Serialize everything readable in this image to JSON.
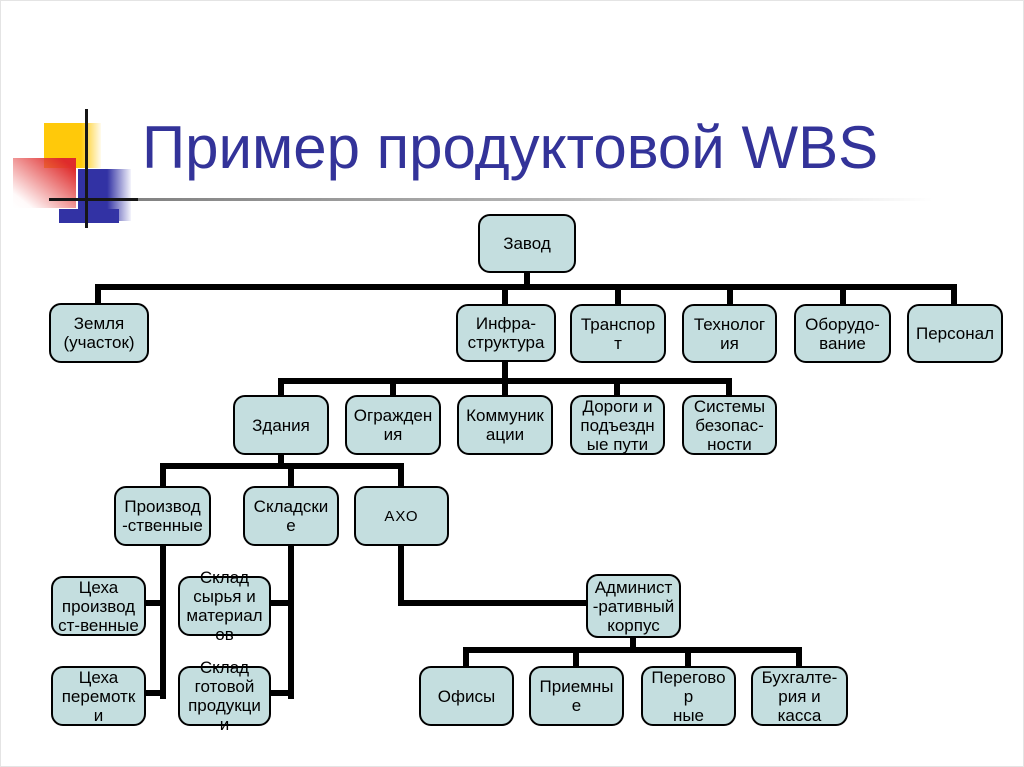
{
  "slide": {
    "title": "Пример продуктовой WBS"
  },
  "colors": {
    "title_text": "#333399",
    "node_fill": "#c4dedf",
    "node_border": "#000000",
    "connector": "#000000",
    "accent_yellow": "#ffc90a",
    "accent_red": "#df2b2b",
    "accent_blue": "#3232a4",
    "divider_gray": "#828282"
  },
  "nodes": {
    "zavod": {
      "label": "Завод"
    },
    "zemlya": {
      "label": "Земля\n(участок)"
    },
    "infra": {
      "label": "Инфра-\nструктура"
    },
    "transport": {
      "label": "Транспор\nт"
    },
    "tehnologiya": {
      "label": "Технолог\nия"
    },
    "oborudovanie": {
      "label": "Оборудо-\nвание"
    },
    "personal": {
      "label": "Персонал"
    },
    "zdaniya": {
      "label": "Здания"
    },
    "ograzhdeniya": {
      "label": "Огражден\nия"
    },
    "kommunikacii": {
      "label": "Коммуник\nации"
    },
    "dorogi": {
      "label": "Дороги и\nподъездн\nые пути"
    },
    "sistemy": {
      "label": "Системы\nбезопас-\nности"
    },
    "proizvodstvennye": {
      "label": "Производ\n-ственные"
    },
    "skladskie": {
      "label": "Складски\nе"
    },
    "aho": {
      "label": "АХО"
    },
    "ceha_proizvodstvennye": {
      "label": "Цеха\nпроизвод\nст-венные"
    },
    "ceha_peremotki": {
      "label": "Цеха\nперемотк\nи"
    },
    "sklad_syrya": {
      "label": "Склад\nсырья и\nматериал\nов"
    },
    "sklad_gotovoy": {
      "label": "Склад\nготовой\nпродукци\nи"
    },
    "admin": {
      "label": "Админист\n-ративный\nкорпус"
    },
    "ofisy": {
      "label": "Офисы"
    },
    "priemnye": {
      "label": "Приемны\nе"
    },
    "peregovornye": {
      "label": "Перегово\nр\nные"
    },
    "buhgalteriya": {
      "label": "Бухгалте-\nрия и\nкасса"
    }
  },
  "structure": {
    "Завод": [
      "Земля (участок)",
      "Инфра-структура",
      "Транспорт",
      "Технология",
      "Оборудо-вание",
      "Персонал"
    ],
    "Инфра-структура": [
      "Здания",
      "Ограждения",
      "Коммуникации",
      "Дороги и подъездные пути",
      "Системы безопас-ности"
    ],
    "Здания": [
      "Производ-ственные",
      "Складские",
      "АХО"
    ],
    "Производ-ственные": [
      "Цеха производст-венные",
      "Цеха перемотки"
    ],
    "Складские": [
      "Склад сырья и материалов",
      "Склад готовой продукции"
    ],
    "АХО": [
      "Админист-ративный корпус"
    ],
    "Админист-ративный корпус": [
      "Офисы",
      "Приемные",
      "Переговорные",
      "Бухгалте-рия и касса"
    ]
  }
}
